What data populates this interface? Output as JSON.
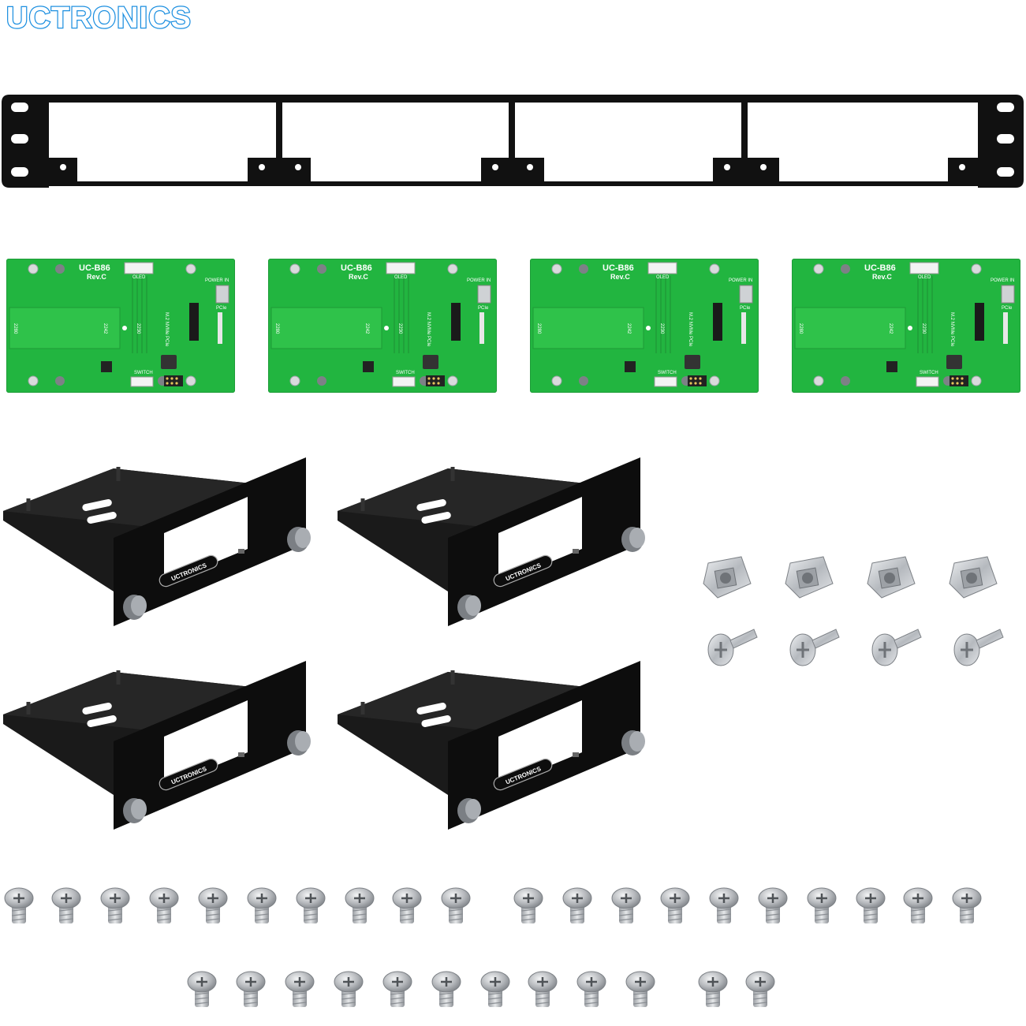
{
  "brand": {
    "logo_text": "UCTRONICS",
    "color": "#1c8fe0"
  },
  "colors": {
    "pcb_green": "#22b540",
    "metal_black": "#111111",
    "steel": "#c7c9cc"
  },
  "boards": [
    {
      "model": "UC-B86",
      "rev": "Rev.C",
      "oled": "OLED",
      "power": "POWER IN",
      "pcie": "PCIe",
      "switch": "SWITCH",
      "m2": "M.2 NVMe PCIe",
      "s2280": "2280",
      "s2242": "2242",
      "s2230": "2230"
    },
    {
      "model": "UC-B86",
      "rev": "Rev.C",
      "oled": "OLED",
      "power": "POWER IN",
      "pcie": "PCIe",
      "switch": "SWITCH",
      "m2": "M.2 NVMe PCIe",
      "s2280": "2280",
      "s2242": "2242",
      "s2230": "2230"
    },
    {
      "model": "UC-B86",
      "rev": "Rev.C",
      "oled": "OLED",
      "power": "POWER IN",
      "pcie": "PCIe",
      "switch": "SWITCH",
      "m2": "M.2 NVMe PCIe",
      "s2280": "2280",
      "s2242": "2242",
      "s2230": "2230"
    },
    {
      "model": "UC-B86",
      "rev": "Rev.C",
      "oled": "OLED",
      "power": "POWER IN",
      "pcie": "PCIe",
      "switch": "SWITCH",
      "m2": "M.2 NVMe PCIe",
      "s2280": "2280",
      "s2242": "2242",
      "s2230": "2230"
    }
  ],
  "trays": [
    {
      "label": "UCTRONICS"
    },
    {
      "label": "UCTRONICS"
    },
    {
      "label": "UCTRONICS"
    },
    {
      "label": "UCTRONICS"
    }
  ],
  "icons": [
    "rack-panel-icon",
    "pcb-board-icon",
    "mounting-tray-icon",
    "cage-nut-icon",
    "rack-screw-icon",
    "small-screw-icon"
  ]
}
